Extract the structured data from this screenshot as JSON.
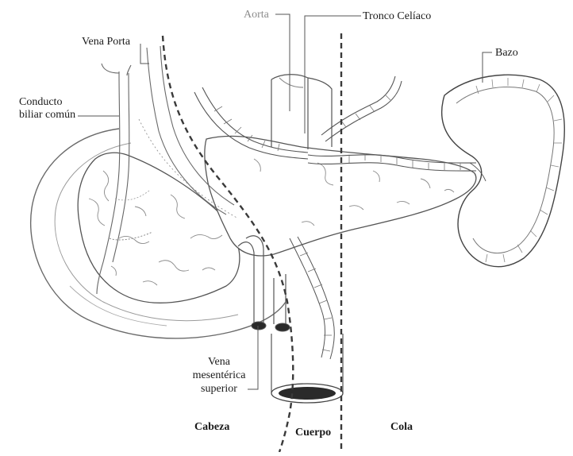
{
  "labels": {
    "aorta": "Aorta",
    "tronco_celiaco": "Tronco Celíaco",
    "vena_porta": "Vena Porta",
    "conducto_line1": "Conducto",
    "conducto_line2": "biliar común",
    "bazo": "Bazo",
    "vena_line1": "Vena",
    "vena_line2": "mesentérica",
    "vena_line3": "superior",
    "cabeza": "Cabeza",
    "cuerpo": "Cuerpo",
    "cola": "Cola"
  },
  "colors": {
    "outline": "#4a4a4a",
    "light_outline": "#8a8a8a",
    "lumen": "#2a2a2a",
    "divider": "#3a3a3a"
  }
}
